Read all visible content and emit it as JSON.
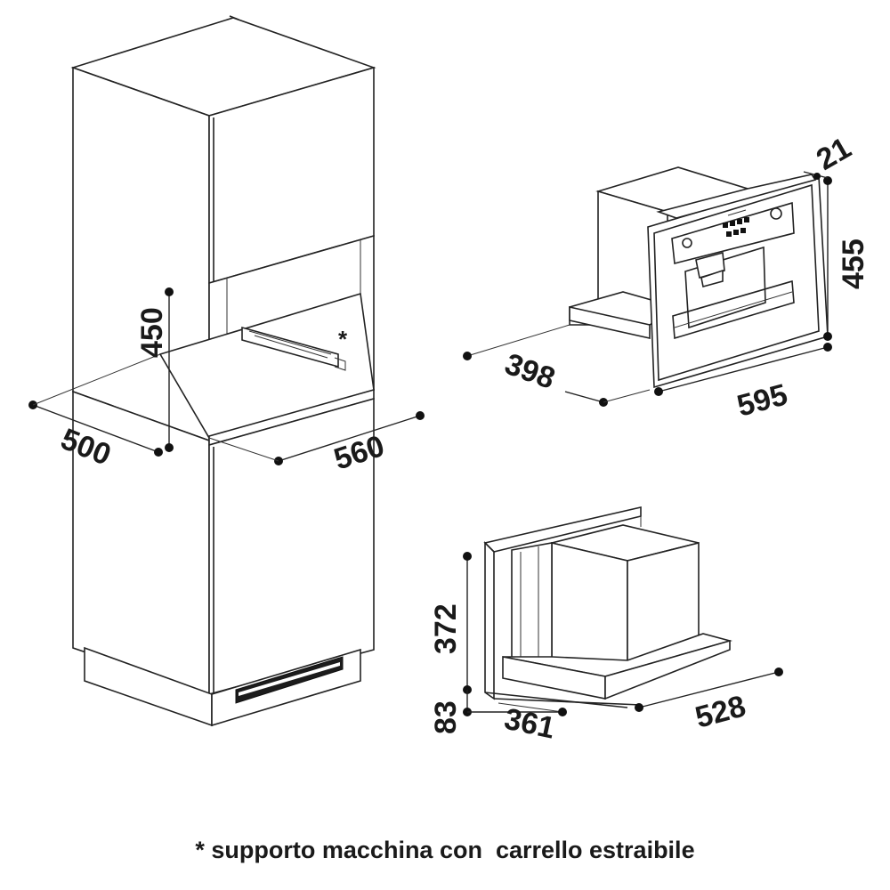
{
  "diagram": {
    "dimensions": {
      "niche_height": "450",
      "niche_depth": "500",
      "niche_width": "560",
      "machine_depth": "398",
      "machine_width": "595",
      "machine_height": "455",
      "frame_thickness": "21",
      "carriage_height": "372",
      "carriage_base": "83",
      "carriage_depth": "361",
      "carriage_length": "528"
    },
    "asterisk": "*",
    "caption": "* supporto macchina con  carrello estraibile"
  }
}
